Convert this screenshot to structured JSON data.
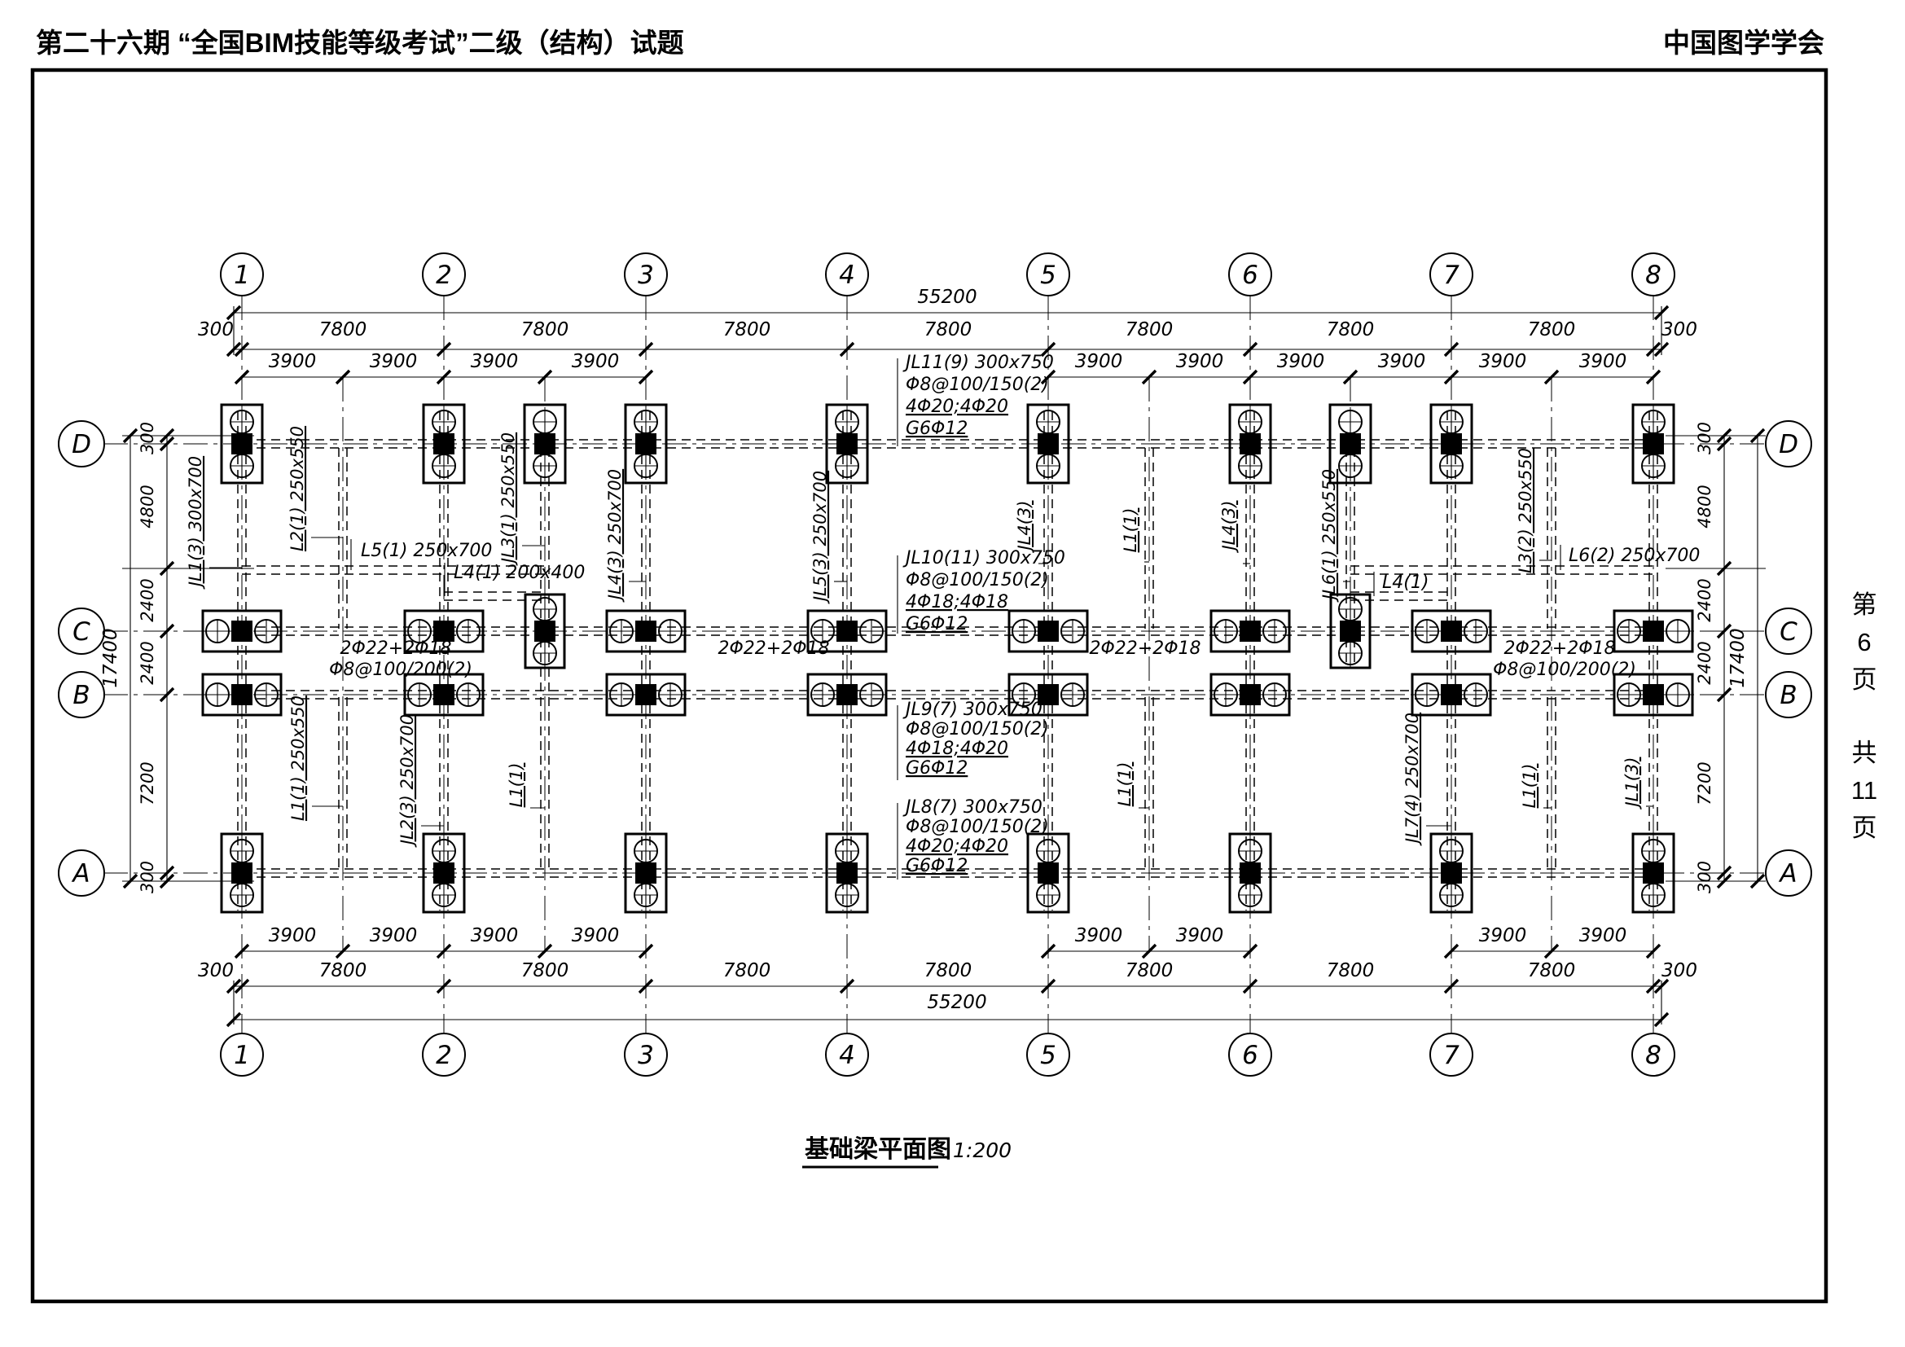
{
  "header": {
    "title_left": "第二十六期 “全国BIM技能等级考试”二级（结构）试题",
    "title_right": "中国图学学会"
  },
  "page_info": {
    "chars": [
      "第",
      "6",
      "页",
      "共",
      "11",
      "页"
    ]
  },
  "figure": {
    "title": "基础梁平面图",
    "scale": "1:200"
  },
  "grid": {
    "column_labels": [
      "1",
      "2",
      "3",
      "4",
      "5",
      "6",
      "7",
      "8"
    ],
    "row_labels": [
      "D",
      "C",
      "B",
      "A"
    ]
  },
  "dims": {
    "top_total": "55200",
    "top_bays": [
      "300",
      "7800",
      "7800",
      "7800",
      "7800",
      "7800",
      "7800",
      "7800",
      "300"
    ],
    "top_halves": [
      "3900",
      "3900",
      "3900",
      "3900",
      "3900",
      "3900",
      "3900",
      "3900",
      "3900",
      "3900"
    ],
    "bottom_halves": [
      "3900",
      "3900",
      "3900",
      "3900",
      "3900",
      "3900",
      "3900",
      "3900"
    ],
    "bottom_bays": [
      "300",
      "7800",
      "7800",
      "7800",
      "7800",
      "7800",
      "7800",
      "7800",
      "300"
    ],
    "bottom_total": "55200",
    "left_segments": [
      "300",
      "4800",
      "2400",
      "2400",
      "7200",
      "300"
    ],
    "left_total": "17400",
    "right_segments": [
      "300",
      "4800",
      "2400",
      "2400",
      "7200",
      "300"
    ],
    "right_total": "17400"
  },
  "beam_blocks": [
    {
      "lines": [
        "JL11(9) 300x750",
        "Φ8@100/150(2)",
        "4Φ20;4Φ20",
        "G6Φ12"
      ]
    },
    {
      "lines": [
        "JL10(11) 300x750",
        "Φ8@100/150(2)",
        "4Φ18;4Φ18",
        "G6Φ12"
      ]
    },
    {
      "lines": [
        "JL9(7) 300x750",
        "Φ8@100/150(2)",
        "4Φ18;4Φ20",
        "G6Φ12"
      ]
    },
    {
      "lines": [
        "JL8(7) 300x750",
        "Φ8@100/150(2)",
        "4Φ20;4Φ20",
        "G6Φ12"
      ]
    }
  ],
  "vertical_labels": [
    "JL1(3) 300x700",
    "L2(1) 250x550",
    "JL3(1) 250x550",
    "JL4(3) 250x700",
    "JL5(3) 250x700",
    "JL4(3)",
    "L1(1)",
    "JL4(3)",
    "JL6(1) 250x550",
    "L3(2) 250x550",
    "L1(1) 250x550",
    "JL2(3) 250x700",
    "L1(1)",
    "L1(1)",
    "JL7(4) 250x700",
    "L1(1)",
    "JL1(3)"
  ],
  "horizontal_labels": [
    "L5(1) 250x700",
    "L4(1) 200x400",
    "L4(1)",
    "L6(2) 250x700"
  ],
  "rebar_notes": [
    {
      "top": "2Φ22+2Φ18",
      "bottom": "Φ8@100/200(2)"
    },
    {
      "top": "2Φ22+2Φ18"
    },
    {
      "top": "2Φ22+2Φ18"
    },
    {
      "top": "2Φ22+2Φ18",
      "bottom": "Φ8@100/200(2)"
    }
  ]
}
